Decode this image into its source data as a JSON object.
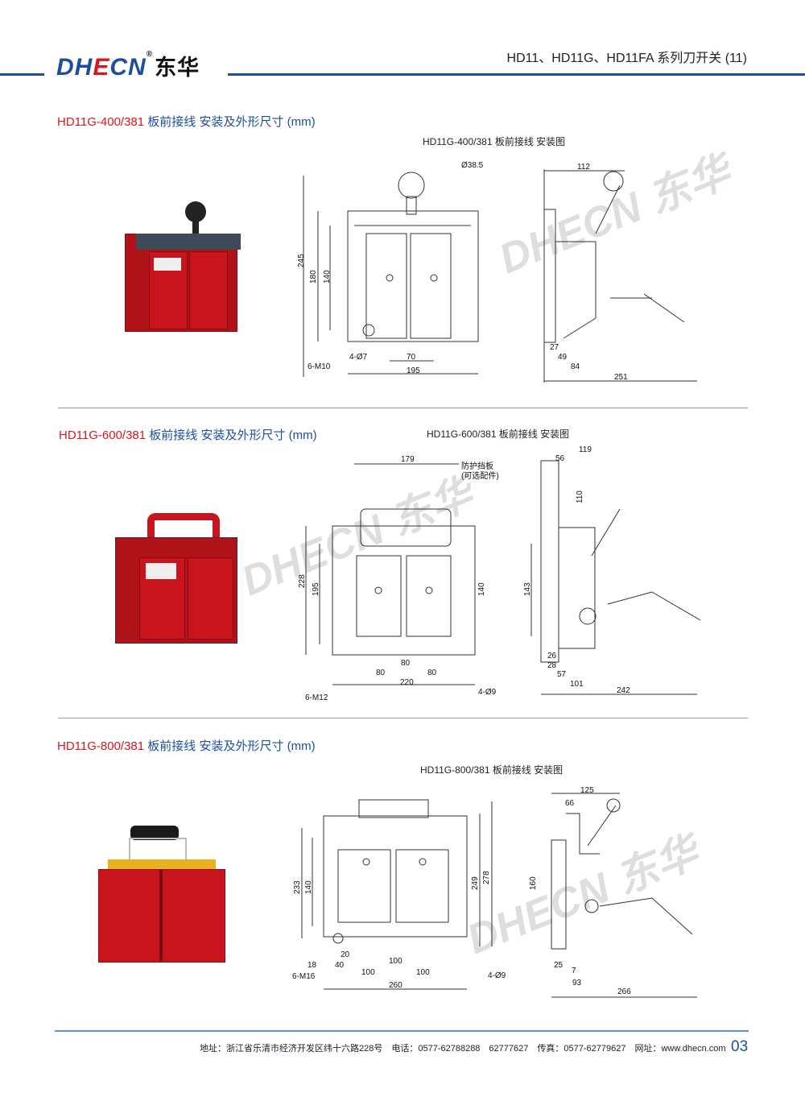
{
  "header": {
    "logo_text": "DHECN",
    "logo_reg": "®",
    "logo_cn": "东华",
    "title": "HD11、HD11G、HD11FA 系列刀开关 (11)"
  },
  "sections": [
    {
      "model": "HD11G-400/381",
      "title_rest": " 板前接线 安装及外形尺寸 (mm)",
      "caption": "HD11G-400/381 板前接线 安装图",
      "dims": {
        "diameter": "Ø38.5",
        "top_side": "112",
        "h245": "245",
        "h180": "180",
        "h140": "140",
        "bolts": "6-M10",
        "holes": "4-Ø7",
        "w70": "70",
        "w195": "195",
        "s27": "27",
        "s49": "49",
        "s84": "84",
        "s251": "251"
      }
    },
    {
      "model": "HD11G-600/381",
      "title_rest": " 板前接线 安装及外形尺寸 (mm)",
      "caption": "HD11G-600/381 板前接线 安装图",
      "dims": {
        "w179": "179",
        "guard": "防护挡板",
        "guard_note": "(可选配件)",
        "s119": "119",
        "s56": "56",
        "s110": "110",
        "h228": "228",
        "h195": "195",
        "h140": "140",
        "h143": "143",
        "w80a": "80",
        "w80b": "80",
        "w80c": "80",
        "w220": "220",
        "bolts": "6-M12",
        "holes": "4-Ø9",
        "s26": "26",
        "s28": "28",
        "s57": "57",
        "s101": "101",
        "s242": "242"
      }
    },
    {
      "model": "HD11G-800/381",
      "title_rest": " 板前接线 安装及外形尺寸 (mm)",
      "caption": "HD11G-800/381 板前接线 安装图",
      "dims": {
        "s125": "125",
        "s66": "66",
        "h233": "233",
        "h140": "140",
        "h249": "249",
        "h278": "278",
        "h160": "160",
        "w20": "20",
        "w18": "18",
        "w40": "40",
        "w100a": "100",
        "w100b": "100",
        "w100c": "100",
        "w260": "260",
        "bolts": "6-M16",
        "holes": "4-Ø9",
        "s25": "25",
        "s7": "7",
        "s93": "93",
        "s266": "266"
      }
    }
  ],
  "watermark": "DHECN 东华",
  "footer": {
    "text": "地址：浙江省乐清市经济开发区纬十六路228号　电话：0577-62788288　62777627　传真：0577-62779627　网址：www.dhecn.com",
    "page": "03"
  }
}
